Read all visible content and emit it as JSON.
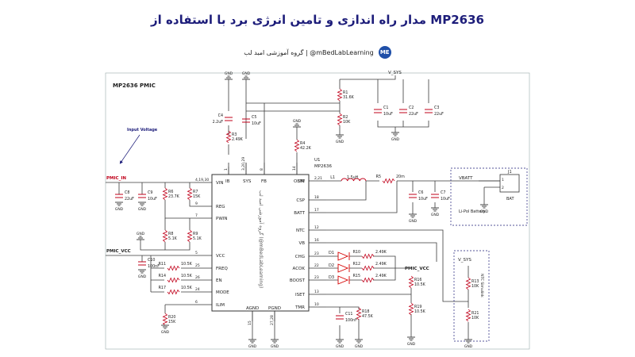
{
  "header": {
    "title": "مدار راه اندازی و تامین انرژی برد با استفاده از MP2636",
    "brand_text": "گروه آموزشی امبد لب | @mBedLabLearning",
    "logo_text": "ME"
  },
  "schematic": {
    "sheet_title": "MP2636 PMIC",
    "input_voltage_label": "Input Voltage",
    "ic": {
      "ref": "U1",
      "part": "MP2636",
      "watermark": "گروه آموزشی امبد لب (@mBedLabLearning)",
      "left_pins": [
        {
          "num": "4,19,30",
          "name": "VIN"
        },
        {
          "num": "9",
          "name": "REG"
        },
        {
          "num": "7",
          "name": "PWIN"
        },
        {
          "num": "5",
          "name": "VCC"
        },
        {
          "num": "25",
          "name": "FREQ"
        },
        {
          "num": "26",
          "name": "EN"
        },
        {
          "num": "24",
          "name": "MODE"
        },
        {
          "num": "6",
          "name": "ILIM"
        }
      ],
      "top_pins": [
        {
          "num": "1",
          "name": "IB"
        },
        {
          "num": "3,20,29",
          "name": "SYS"
        },
        {
          "num": "8",
          "name": "FB"
        },
        {
          "num": "14",
          "name": "OLIM"
        }
      ],
      "right_pins": [
        {
          "num": "2,21",
          "name": "SW"
        },
        {
          "num": "18",
          "name": "CSP"
        },
        {
          "num": "17",
          "name": "BATT"
        },
        {
          "num": "12",
          "name": "NTC"
        },
        {
          "num": "16",
          "name": "VB"
        },
        {
          "num": "23",
          "name": "CHG"
        },
        {
          "num": "22",
          "name": "ACOK"
        },
        {
          "num": "23",
          "name": "BOOST"
        },
        {
          "num": "13",
          "name": "ISET"
        },
        {
          "num": "10",
          "name": "TMR"
        }
      ],
      "bottom_pins": [
        {
          "num": "15",
          "name": "AGND"
        },
        {
          "num": "27,28",
          "name": "PGND"
        }
      ]
    },
    "nets": {
      "pmic_in": "PMIC_IN",
      "pmic_vcc": "PMIC_VCC",
      "pmic_vcc2": "PMIC_VCC",
      "v_sys": "V_SYS",
      "v_sys2": "V_SYS",
      "vbatt": "VBATT",
      "gnd": "GND"
    },
    "components": {
      "r1": {
        "ref": "R1",
        "value": "31.6K"
      },
      "r2": {
        "ref": "R2",
        "value": "10K"
      },
      "r3": {
        "ref": "R3",
        "value": "2.49K"
      },
      "r4": {
        "ref": "R4",
        "value": "42.2K"
      },
      "r5": {
        "ref": "R5",
        "value": "20m"
      },
      "r6": {
        "ref": "R6",
        "value": "23.7K"
      },
      "r7": {
        "ref": "R7",
        "value": "15K"
      },
      "r8": {
        "ref": "R8",
        "value": "5.1K"
      },
      "r9": {
        "ref": "R9",
        "value": "5.1K"
      },
      "r10": {
        "ref": "R10",
        "value": "2.49K"
      },
      "r11": {
        "ref": "R11",
        "value": "10.5K"
      },
      "r12": {
        "ref": "R12",
        "value": "2.49K"
      },
      "r13": {
        "ref": "R13",
        "value": "10K"
      },
      "r14": {
        "ref": "R14",
        "value": "10.5K"
      },
      "r15": {
        "ref": "R15",
        "value": "2.49K"
      },
      "r16": {
        "ref": "R16",
        "value": "10.5K"
      },
      "r17": {
        "ref": "R17",
        "value": "10.5K"
      },
      "r18": {
        "ref": "R18",
        "value": "47.5K"
      },
      "r19": {
        "ref": "R19",
        "value": "10.5K"
      },
      "r20": {
        "ref": "R20",
        "value": "15K"
      },
      "r21": {
        "ref": "R21",
        "value": "10K"
      },
      "c1": {
        "ref": "C1",
        "value": "10uF"
      },
      "c2": {
        "ref": "C2",
        "value": "22uF"
      },
      "c3": {
        "ref": "C3",
        "value": "22uF"
      },
      "c4": {
        "ref": "C4",
        "value": "2.2uF"
      },
      "c5": {
        "ref": "C5",
        "value": "10uF"
      },
      "c6": {
        "ref": "C6",
        "value": "10uF"
      },
      "c7": {
        "ref": "C7",
        "value": "10uF"
      },
      "c8": {
        "ref": "C8",
        "value": "22uF"
      },
      "c9": {
        "ref": "C9",
        "value": "10uF"
      },
      "c10": {
        "ref": "C10",
        "value": "100nF"
      },
      "c11": {
        "ref": "C11",
        "value": "100nF"
      },
      "l1": {
        "ref": "L1",
        "value": "1.5uH"
      },
      "d1": {
        "ref": "D1"
      },
      "d2": {
        "ref": "D2"
      },
      "d3": {
        "ref": "D3"
      }
    },
    "battery": {
      "ref": "J1",
      "name": "BAT",
      "label": "Li-Pol Battery",
      "pin1": "1",
      "pin2": "2"
    },
    "ntc_label": "NTC Simulink"
  },
  "colors": {
    "wire": "#3a3a3a",
    "ic_fill": "#ffffff",
    "net_red": "#c0001a",
    "text_blue": "#1d1d7a",
    "led_red": "#d60000",
    "title": "#1d1d7a"
  }
}
